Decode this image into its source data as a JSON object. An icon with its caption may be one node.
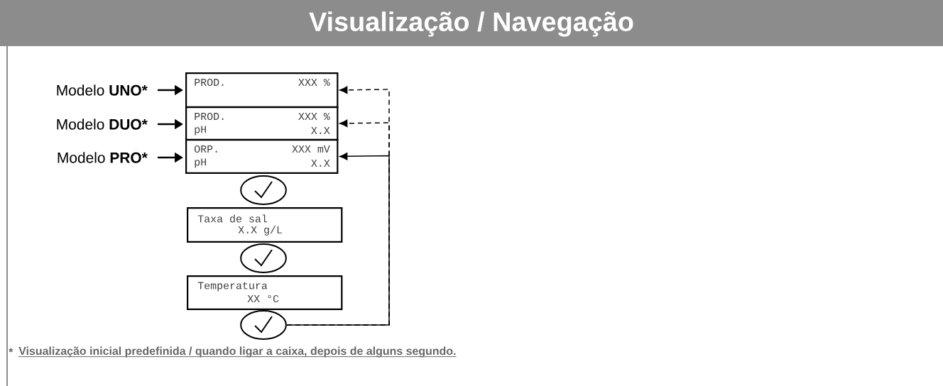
{
  "diagram": {
    "title": "Visualização / Navegação",
    "nodes": [
      {
        "text": [
          "Modelo",
          "UNO*"
        ]
      },
      {
        "text": [
          "Modelo",
          "DUO*"
        ]
      },
      {
        "text": [
          "Modelo",
          "PRO*"
        ]
      },
      {
        "text": [
          "PROD.",
          "XXX %"
        ]
      },
      {
        "text": [
          "PROD.",
          "XXX %",
          "pH",
          "X.X"
        ]
      },
      {
        "text": [
          "ORP.",
          "XXX mV",
          "pH",
          "X.X"
        ]
      },
      {
        "text": [],
        "shape": "circle"
      },
      {
        "text": [
          "Taxa de sal",
          "X.X g/L"
        ]
      },
      {
        "text": [],
        "shape": "circle"
      },
      {
        "text": [
          "Temperatura",
          "XX °C"
        ]
      },
      {
        "text": [],
        "shape": "circle"
      }
    ],
    "edges": [
      {
        "from": 0,
        "to": 3,
        "arrow": "to"
      },
      {
        "from": 1,
        "to": 4,
        "arrow": "to"
      },
      {
        "from": 2,
        "to": 5,
        "arrow": "to"
      },
      {
        "from": 10,
        "to": 5,
        "arrow": "to"
      },
      {
        "from": 10,
        "to": 4,
        "arrow": "to",
        "style": "dashed"
      },
      {
        "from": 10,
        "to": 3,
        "arrow": "to",
        "style": "dashed"
      }
    ],
    "labels": [
      "*",
      "Visualização inicial predefinida / quando ligar a caixa, depois de alguns segundo."
    ]
  }
}
